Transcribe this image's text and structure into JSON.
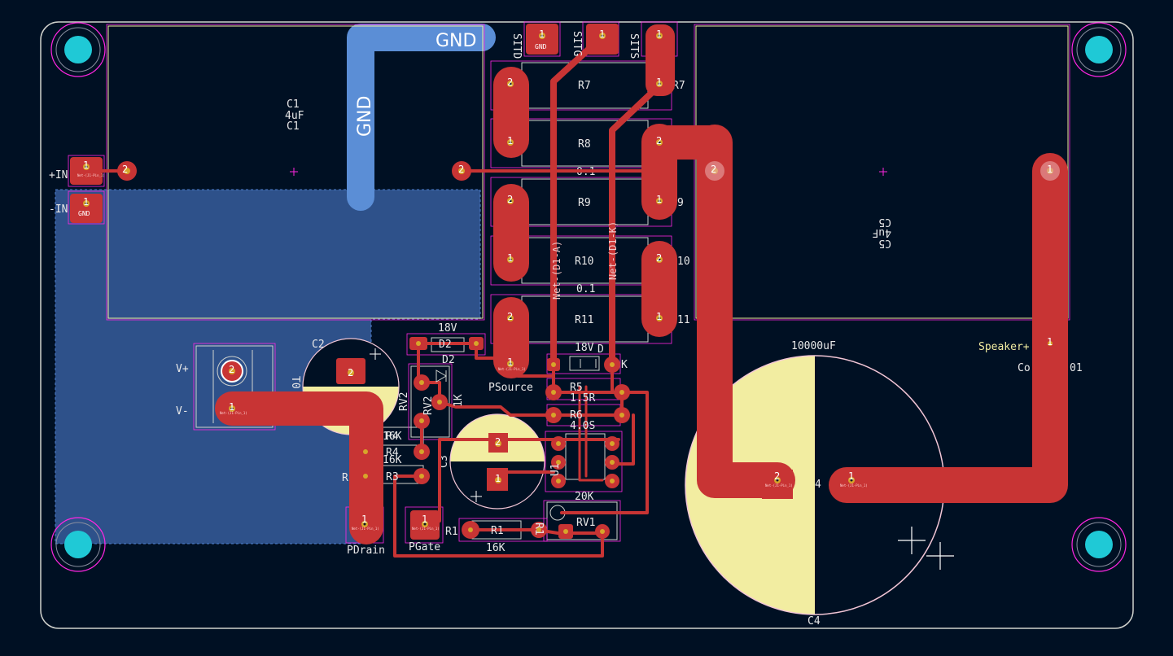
{
  "board": {
    "colors": {
      "background": "#001023",
      "copper": "#c83434",
      "zone": "#3b64a8",
      "silkscreen": "#f2eda1",
      "courtyard": "#ff26e2",
      "hole": "#1fc9d6",
      "edge": "#d0d2cd"
    }
  },
  "text": {
    "gnd_big_h": "GND",
    "gnd_big_v": "GND",
    "sitd": "SITD",
    "sitg": "SITG",
    "sits": "SITS",
    "pin1": "1",
    "pin2": "2",
    "pin_gnd": "GND",
    "c1_ref": "C1",
    "c1_val": "4uF",
    "c1_ref2": "C1",
    "c5_ref": "C5",
    "c5_val": "4uF",
    "c5_ref2": "C5",
    "in_plus": "+IN",
    "in_minus": "-IN",
    "r7": "R7",
    "r8": "R8",
    "r9": "R9",
    "r10": "R10",
    "r11": "R11",
    "r7b": "R7",
    "r9b": "9",
    "r10b": "10",
    "r11b": "11",
    "val01a": "0.1",
    "val01b": "0.1",
    "net_d1a": "Net-(D1-A)",
    "net_d1k": "Net-(D1-K)",
    "d2_val": "18V",
    "d2_ref": "D2",
    "d2_ref2": "D2",
    "d1_val": "18V",
    "d1_ref": "D",
    "d1_k": "K",
    "psource": "PSource",
    "c2_ref": "C2",
    "vplus": "V+",
    "vminus": "V-",
    "rv2": "RV2",
    "rv2b": "RV2",
    "rv2_val": "1K",
    "r4_val": "16K",
    "r4_ref": "R4",
    "r4_ref2": "R4",
    "r_lab": "R",
    "r3_lab": "R3",
    "c3_ref": "C3",
    "r5_ref": "R5",
    "r6_ref": "R6",
    "r5_val": "1.5R",
    "r6_val": "4.0S",
    "u1_ref": "U1",
    "rv1_ref": "RV1",
    "rv1_val": "20K",
    "r1_ref": "R1",
    "r1_ref2": "R1",
    "r1_val": "16K",
    "r1_ref3": "R1",
    "pdrain": "PDrain",
    "pgate": "PGate",
    "c4_val": "10000uF",
    "c4_ref": "C4",
    "c4_pin": "4",
    "speaker": "Speaker+",
    "conn": "Co",
    "conn2": "01",
    "to": "T0",
    "pad_net": "Net-(J1-Pin_1)"
  }
}
